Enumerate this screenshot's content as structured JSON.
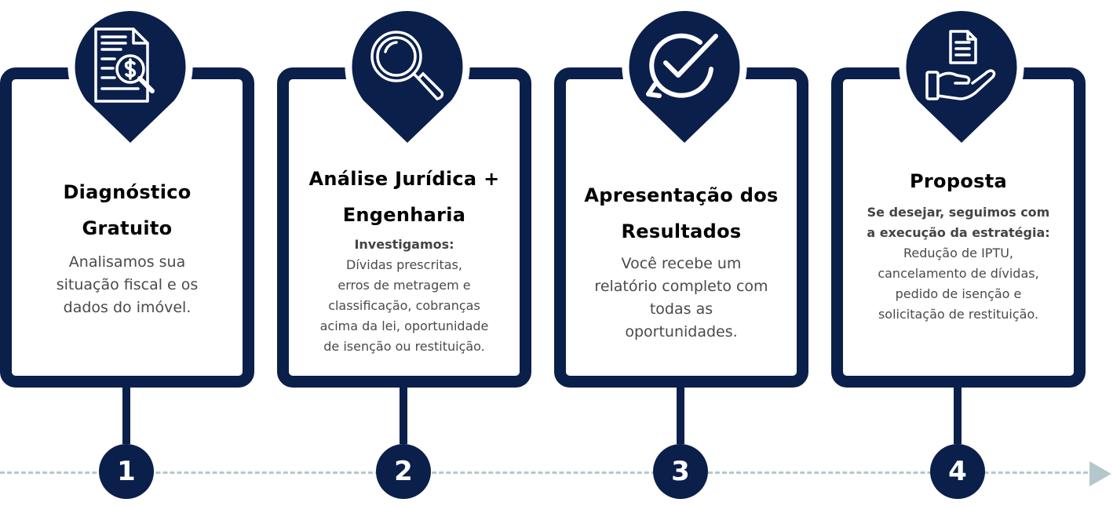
{
  "colors": {
    "navy": "#0b1f4b",
    "timeline": "#b4c8cc",
    "text": "#4a4a4a"
  },
  "steps": [
    {
      "number": "1",
      "icon": "document-dollar-search-icon",
      "title": [
        "Diagnóstico",
        "Gratuito"
      ],
      "desc": [
        "Analisamos sua",
        "situação fiscal e os",
        "dados do imóvel."
      ]
    },
    {
      "number": "2",
      "icon": "magnifying-glass-icon",
      "title": [
        "Análise Jurídica +",
        "Engenharia"
      ],
      "lead": [
        "Investigamos:"
      ],
      "desc": [
        "Dívidas prescritas,",
        "erros de metragem e",
        "classificação, cobranças",
        "acima da lei, oportunidade",
        "de isenção ou restituição."
      ]
    },
    {
      "number": "3",
      "icon": "check-circle-icon",
      "title": [
        "Apresentação dos",
        "Resultados"
      ],
      "desc": [
        "Você recebe um",
        "relatório completo com",
        "todas as",
        "oportunidades."
      ]
    },
    {
      "number": "4",
      "icon": "hand-document-icon",
      "title": [
        "Proposta"
      ],
      "lead": [
        "Se desejar, seguimos com",
        "a execução da estratégia:"
      ],
      "desc": [
        "Redução de IPTU,",
        "cancelamento de dívidas,",
        "pedido de isenção e",
        "solicitação de restituição."
      ]
    }
  ]
}
